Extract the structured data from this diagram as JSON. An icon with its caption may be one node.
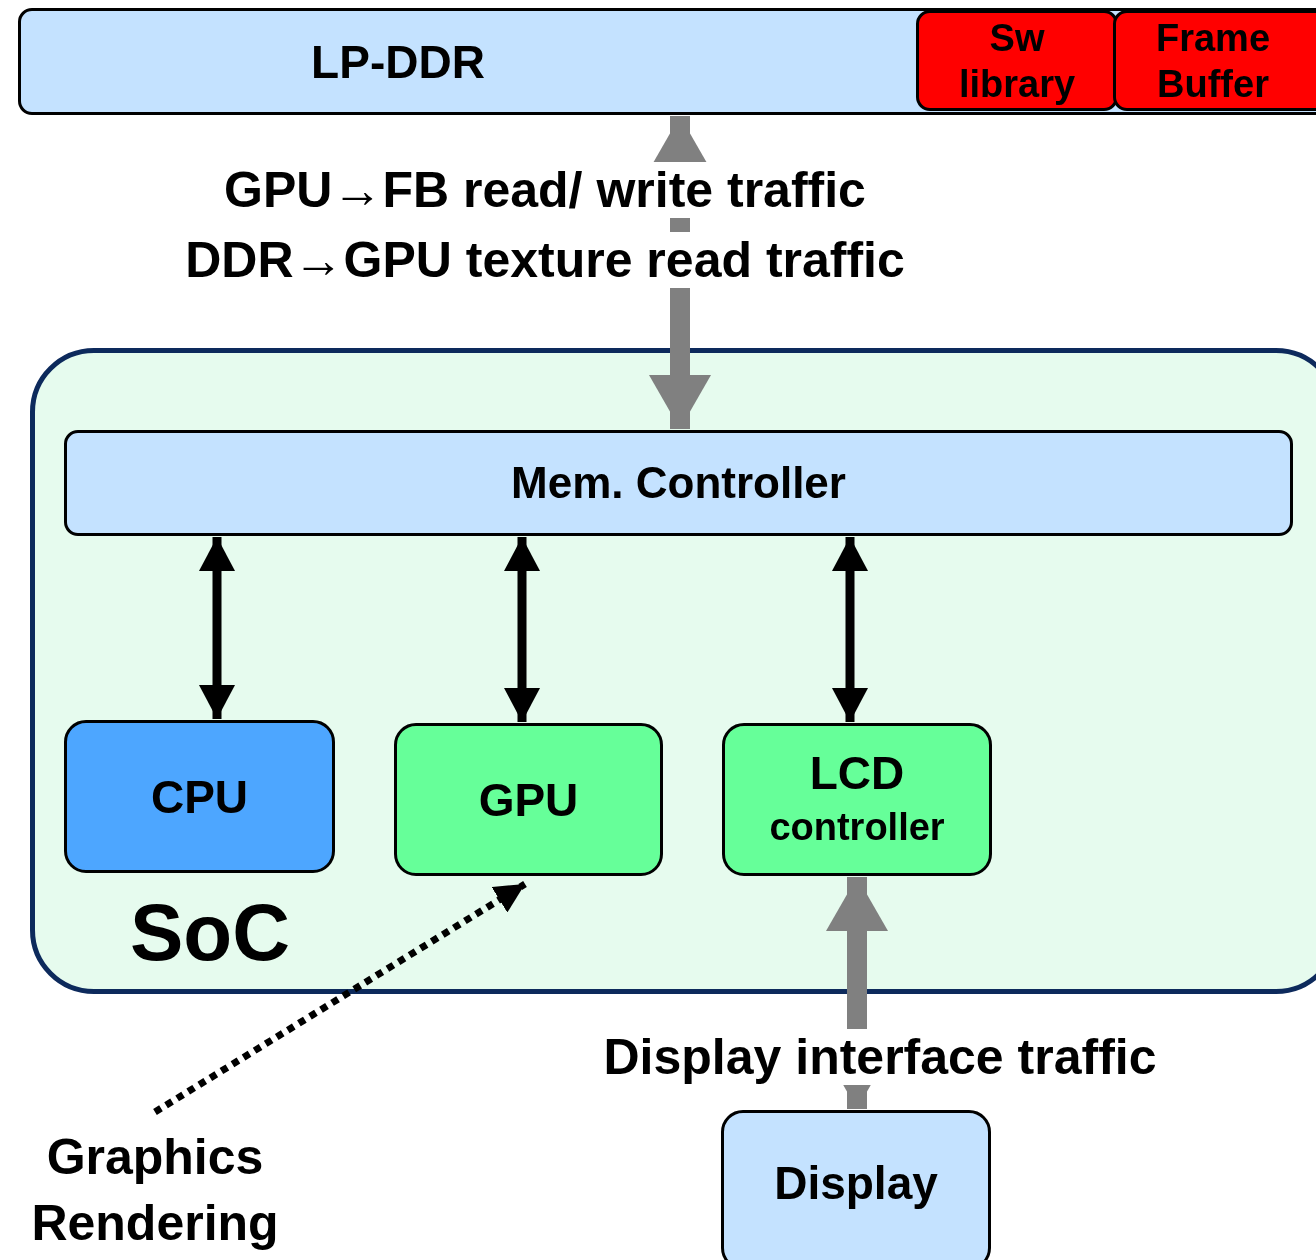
{
  "diagram": {
    "nodes": [
      {
        "text": [
          "LP-DDR"
        ]
      },
      {
        "text": [
          "Sw library"
        ],
        "in": 0
      },
      {
        "text": [
          "Frame Buffer"
        ],
        "in": 0
      },
      {
        "text": [
          "SoC"
        ]
      },
      {
        "text": [
          "Mem. Controller"
        ],
        "in": 3
      },
      {
        "text": [
          "CPU"
        ],
        "in": 3
      },
      {
        "text": [
          "GPU"
        ],
        "in": 3
      },
      {
        "text": [
          "LCD",
          "controller"
        ],
        "in": 3
      },
      {
        "text": [
          "Display"
        ]
      },
      {
        "text": [
          "Graphics Rendering"
        ]
      }
    ],
    "edges": [
      {
        "from": 0,
        "to": 4,
        "arrow": "both",
        "style": "thick",
        "color": "#808080",
        "label": "GPU→FB read/ write traffic DDR→GPU texture read traffic"
      },
      {
        "from": 4,
        "to": 5,
        "arrow": "both"
      },
      {
        "from": 4,
        "to": 6,
        "arrow": "both"
      },
      {
        "from": 4,
        "to": 7,
        "arrow": "both"
      },
      {
        "from": 7,
        "to": 8,
        "arrow": "both",
        "style": "thick",
        "color": "#808080",
        "label": "Display interface traffic"
      },
      {
        "from": 9,
        "to": 6,
        "arrow": "to",
        "style": "dashed"
      }
    ]
  }
}
